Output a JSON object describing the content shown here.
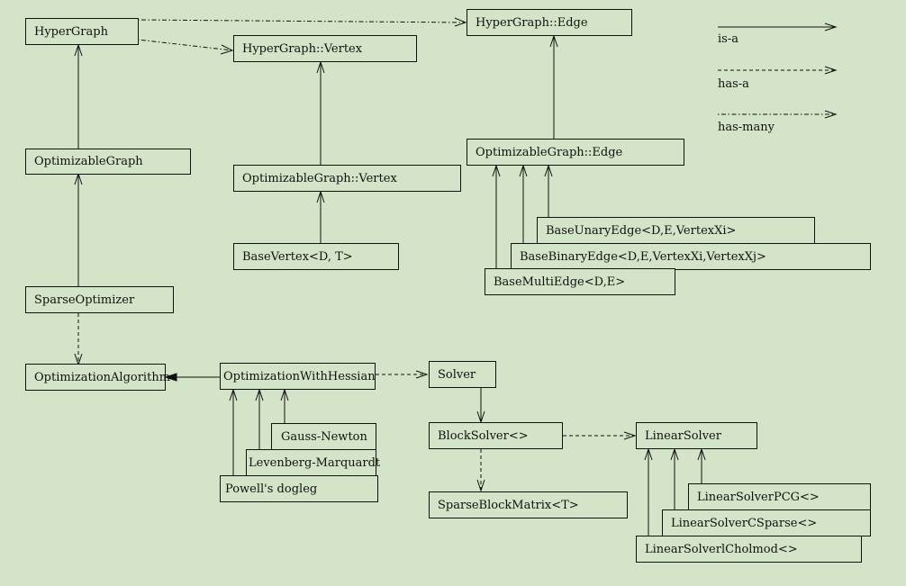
{
  "classes": {
    "hypergraph": "HyperGraph",
    "hg_vertex": "HyperGraph::Vertex",
    "hg_edge": "HyperGraph::Edge",
    "optimizable_graph": "OptimizableGraph",
    "og_vertex": "OptimizableGraph::Vertex",
    "og_edge": "OptimizableGraph::Edge",
    "base_vertex": "BaseVertex<D, T>",
    "base_unary_edge": "BaseUnaryEdge<D,E,VertexXi>",
    "base_binary_edge": "BaseBinaryEdge<D,E,VertexXi,VertexXj>",
    "base_multi_edge": "BaseMultiEdge<D,E>",
    "sparse_optimizer": "SparseOptimizer",
    "optimization_algorithm": "OptimizationAlgorithm",
    "optimization_with_hessian": "OptimizationWithHessian",
    "solver": "Solver",
    "gauss_newton": "Gauss-Newton",
    "levenberg_marquardt": "Levenberg-Marquardt",
    "powells_dogleg": "Powell's dogleg",
    "block_solver": "BlockSolver<>",
    "linear_solver": "LinearSolver",
    "sparse_block_matrix": "SparseBlockMatrix<T>",
    "linear_solver_pcg": "LinearSolverPCG<>",
    "linear_solver_csparse": "LinearSolverCSparse<>",
    "linear_solver_cholmod": "LinearSolverlCholmod<>"
  },
  "legend": {
    "is_a": "is-a",
    "has_a": "has-a",
    "has_many": "has-many"
  }
}
